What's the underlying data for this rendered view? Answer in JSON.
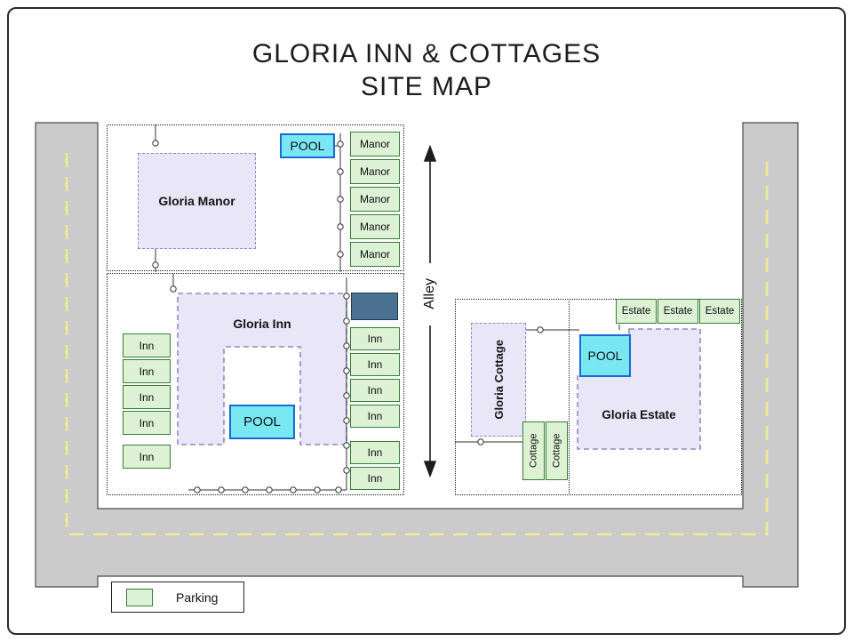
{
  "title": {
    "line1": "GLORIA INN & COTTAGES",
    "line2": "SITE MAP"
  },
  "alley": {
    "label": "Alley"
  },
  "legend": {
    "label": "Parking"
  },
  "areas": {
    "manor": {
      "label": "Gloria Manor",
      "pool": "POOL",
      "parking": [
        "Manor",
        "Manor",
        "Manor",
        "Manor",
        "Manor"
      ]
    },
    "inn": {
      "label": "Gloria Inn",
      "pool": "POOL",
      "parking_left": [
        "Inn",
        "Inn",
        "Inn",
        "Inn",
        "Inn"
      ],
      "parking_right": [
        "Inn",
        "Inn",
        "Inn",
        "Inn",
        "Inn",
        "Inn"
      ]
    },
    "cottage": {
      "label": "Gloria Cottage",
      "parking": [
        "Cottage",
        "Cottage"
      ]
    },
    "estate": {
      "label": "Gloria Estate",
      "pool": "POOL",
      "parking": [
        "Estate",
        "Estate",
        "Estate"
      ]
    }
  },
  "colors": {
    "parking_fill": "#ddf2d5",
    "parking_border": "#367d36",
    "building_fill": "#e8e6f7",
    "building_border": "#9288c6",
    "pool_fill": "#79e7f2",
    "pool_border": "#1a6ad4",
    "road_fill": "#cbcbcb",
    "road_centerline": "#f3ec8e",
    "dark_box_fill": "#4b7191"
  }
}
